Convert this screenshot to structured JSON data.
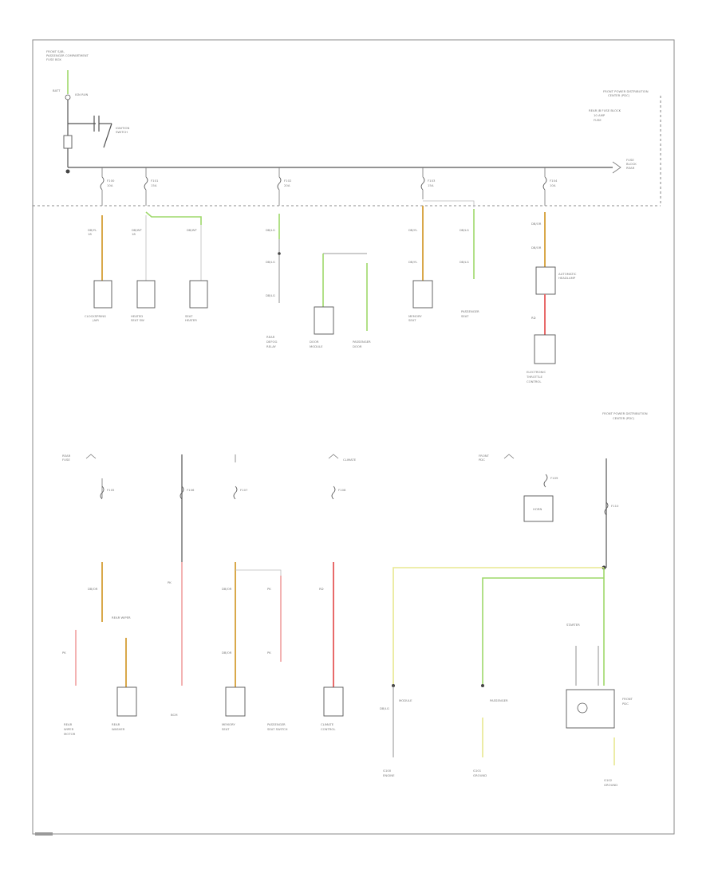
{
  "diagram": {
    "title_code": "",
    "colors": {
      "orange": "#d9a84a",
      "green": "#9ed86a",
      "yellow": "#e8e890",
      "red": "#e86a6a",
      "pink": "#f0a0a0"
    },
    "top_left_block": {
      "caption": "FRONT S/JB, PASSENGER COMPARTMENT FUSE BOX"
    },
    "top_right_block": {
      "caption": "FRONT POWER DISTRIBUTION",
      "sub": "REAR JB FUSE BLOCK",
      "sub2": "10 AMP"
    },
    "bottom_right_block": {
      "caption": "FRONT POWER DISTRIBUTION CENTER (PDC)"
    },
    "components_top": [
      {
        "id": "c1",
        "label": "CLOCKSPRING"
      },
      {
        "id": "c2",
        "label": "HEATED SEAT SWITCH"
      },
      {
        "id": "c3",
        "label": "SEAT HEATER MODULE"
      },
      {
        "id": "c4",
        "label": "REAR DEFOG RELAY"
      },
      {
        "id": "c5",
        "label": "DOOR MODULE"
      },
      {
        "id": "c6",
        "label": "PASSENGER DOOR"
      },
      {
        "id": "c7",
        "label": "MEMORY SEAT MODULE"
      },
      {
        "id": "c8",
        "label": "PASSENGER SEAT MODULE"
      },
      {
        "id": "c9",
        "label": "AUTOMATIC HEADLAMP"
      },
      {
        "id": "c10",
        "label": "ELECTRONIC THROTTLE CONTROL"
      }
    ],
    "components_bottom": [
      {
        "id": "b1",
        "label": "REAR WIPER MOTOR"
      },
      {
        "id": "b2",
        "label": "REAR WASHER PUMP"
      },
      {
        "id": "b3",
        "label": "BCM"
      },
      {
        "id": "b4",
        "label": "MEMORY SEAT"
      },
      {
        "id": "b5",
        "label": "PASSENGER SEAT SWITCH"
      },
      {
        "id": "b6",
        "label": "CLIMATE CONTROL"
      },
      {
        "id": "b7",
        "label": "HORN"
      },
      {
        "id": "b8",
        "label": "G100 ENGINE"
      },
      {
        "id": "b9",
        "label": "G101 GROUND"
      },
      {
        "id": "b10",
        "label": "G102 GROUND"
      }
    ]
  }
}
